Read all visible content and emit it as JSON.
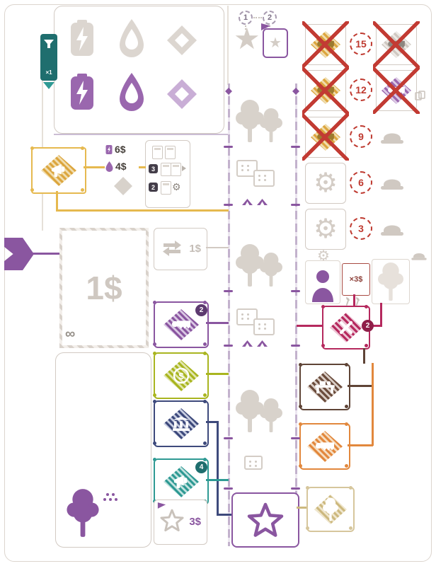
{
  "palette": {
    "purple": "#8a56a0",
    "light_purple": "#c9aed6",
    "grey": "#d8d1ca",
    "red": "#bf3a30",
    "crimson": "#b5295e",
    "gold": "#e6b94f",
    "olive": "#a9b520",
    "teal": "#2f9a94",
    "teal_dark": "#1f6e6e",
    "navy": "#3e4a7c",
    "brown": "#5f4436",
    "orange": "#e2883d",
    "tan": "#cdb97f"
  },
  "icons": [
    "battery-icon",
    "drop-icon",
    "gem-icon",
    "funnel-icon",
    "star-icon",
    "banner-icon",
    "saw-icon",
    "gear-icon",
    "hat-icon",
    "cards-icon",
    "tree-icon",
    "goods-tile-icon",
    "megaphone-icon",
    "dollar-icon",
    "building-icon",
    "swap-icon",
    "worker-icon",
    "axe-icon",
    "workbench-icon",
    "tools-icon"
  ],
  "top_panel": {
    "badge_label": "×1"
  },
  "order_track": {
    "step_1": "1",
    "step_2": "2"
  },
  "market": {
    "rows": [
      {
        "price": "15"
      },
      {
        "price": "12"
      },
      {
        "price": "9"
      },
      {
        "price": "6"
      },
      {
        "price": "3"
      }
    ]
  },
  "sell": {
    "high": "6$",
    "low": "4$"
  },
  "card_actions": {
    "draw_badge": "3",
    "tool_badge": "2"
  },
  "storage": {
    "cost": "1$",
    "infinity": "∞"
  },
  "swap": {
    "cost": "1$"
  },
  "action_column": {
    "saw_badge": "2",
    "megaphone_badge": "4",
    "star_cost": "3$"
  },
  "helper": {
    "multiplier": "×3$"
  },
  "repair": {
    "badge": "2"
  }
}
